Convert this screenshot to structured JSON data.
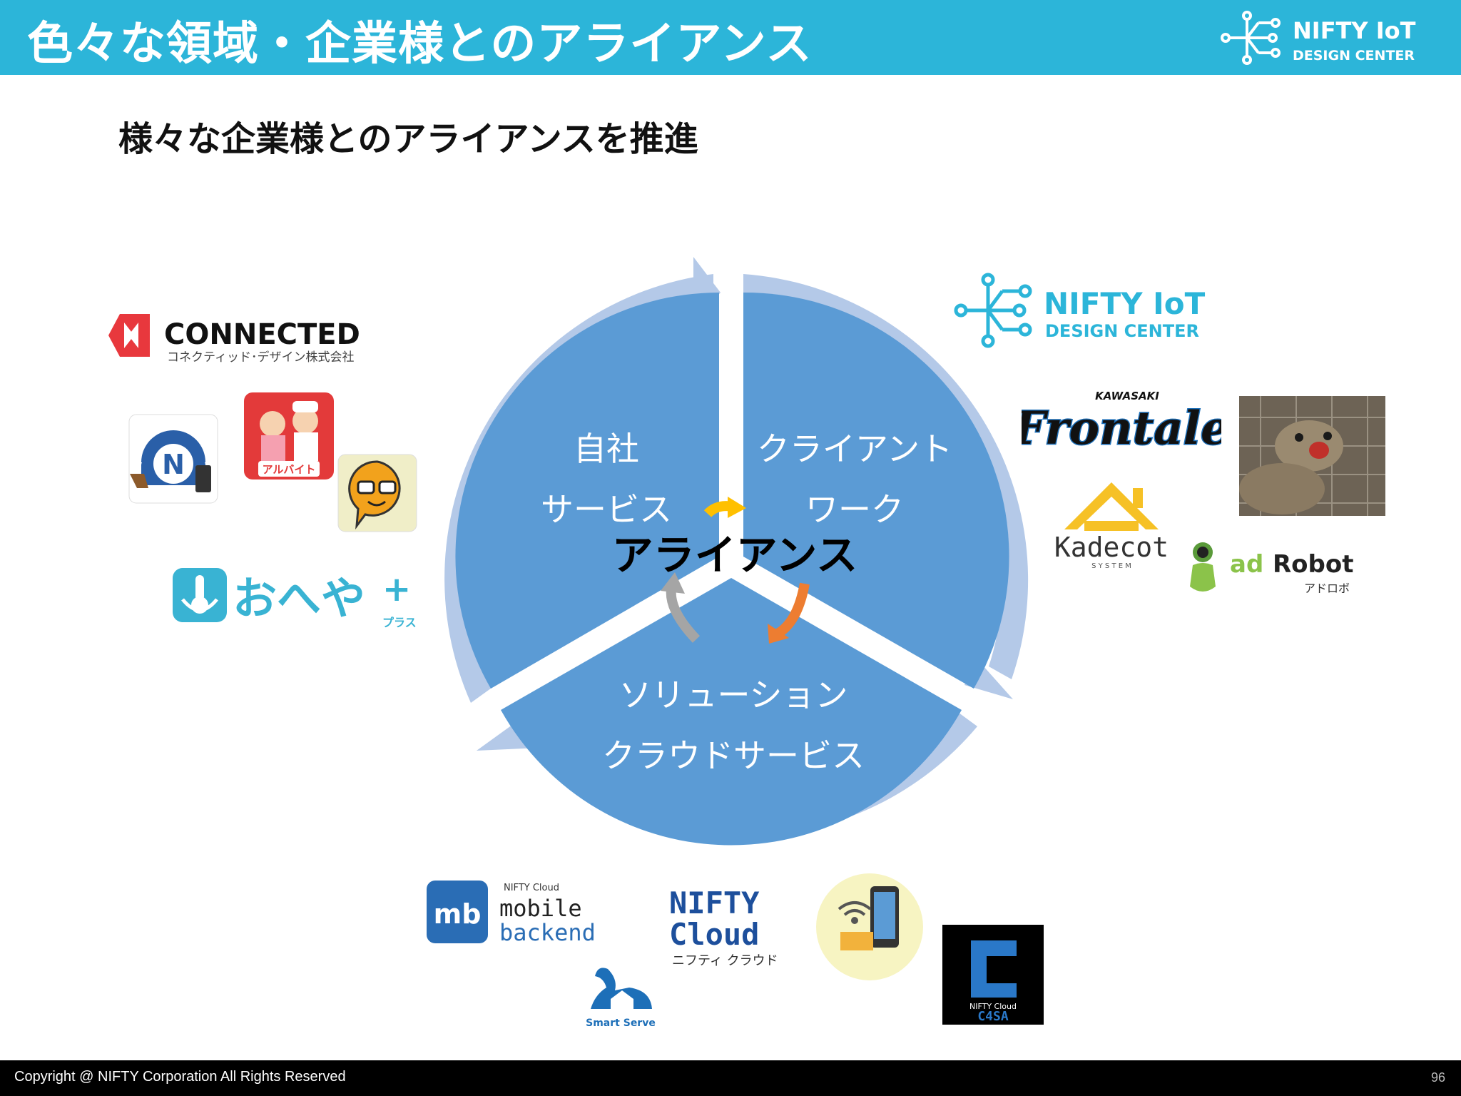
{
  "header": {
    "title": "色々な領域・企業様とのアライアンス",
    "logo_line1": "NIFTY IoT",
    "logo_line2": "DESIGN CENTER",
    "color": "#2cb5d9"
  },
  "subtitle": "様々な企業様とのアライアンスを推進",
  "diagram": {
    "center_label": "アライアンス",
    "segments": [
      {
        "line1": "自社",
        "line2": "サービス"
      },
      {
        "line1": "クライアント",
        "line2": "ワーク"
      },
      {
        "line1": "ソリューション",
        "line2": "クラウドサービス"
      }
    ],
    "pie_color": "#5b9bd5",
    "ring_color": "#b4c9e8",
    "arrow_colors": [
      "#ffc000",
      "#ed7d31",
      "#a5a5a5"
    ]
  },
  "logos": {
    "connected_name": "CONNECTED",
    "connected_sub": "コネクティッド･デザイン株式会社",
    "arbeit_label": "アルバイト",
    "n_label": "N",
    "oheya_main": "おへや",
    "oheya_plus": "+",
    "oheya_sub": "プラス",
    "iot_line1": "NIFTY IoT",
    "iot_line2": "DESIGN CENTER",
    "frontale_small": "KAWASAKI",
    "frontale_main": "Frontale",
    "kadecot_main": "Kadecot",
    "kadecot_sub": "S Y S T E M",
    "adrobot_ad": "ad",
    "adrobot_robot": "Robot",
    "adrobot_sub": "アドロボ",
    "mb_small": "NIFTY Cloud",
    "mb_line1": "mobile",
    "mb_line2": "backend",
    "mb_icon": "mb",
    "nc_line1": "NIFTY",
    "nc_line2": "Cloud",
    "nc_sub": "ニフティ クラウド",
    "smartserve": "Smart Serve",
    "c4sa_small": "NIFTY Cloud",
    "c4sa_main": "C4SA"
  },
  "footer": {
    "copyright": "Copyright @ NIFTY Corporation All Rights Reserved",
    "page": "96"
  }
}
